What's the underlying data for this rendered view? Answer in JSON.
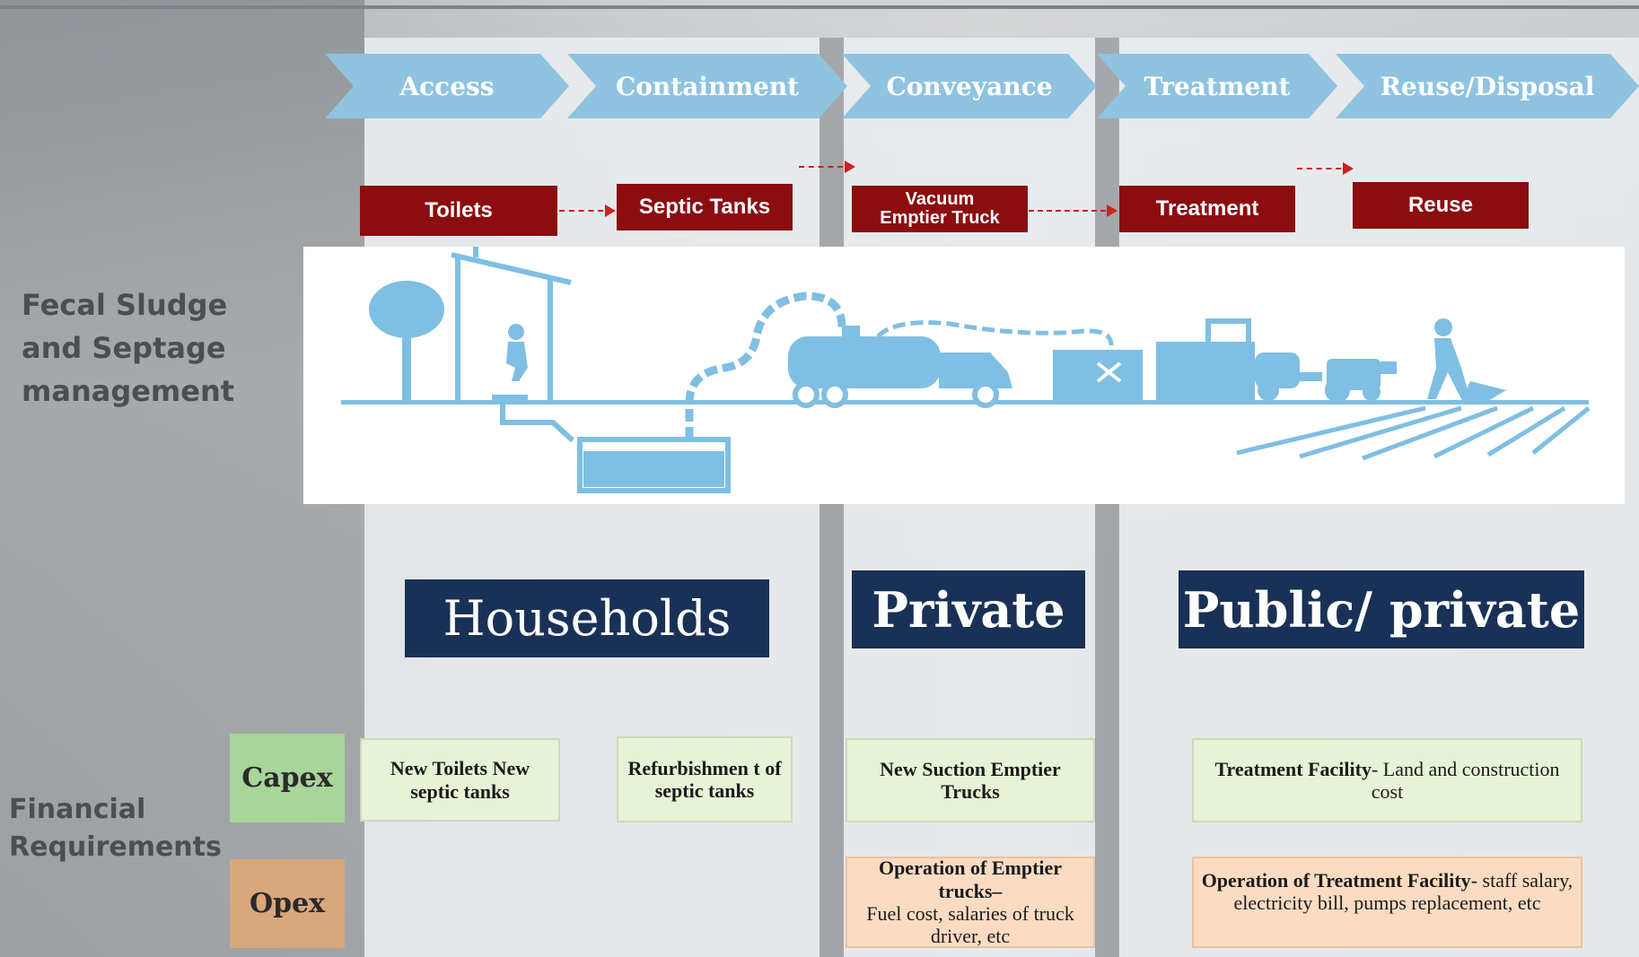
{
  "chain": [
    "Access",
    "Containment",
    "Conveyance",
    "Treatment",
    "Reuse/Disposal"
  ],
  "stages": {
    "toilets": "Toilets",
    "septic": "Septic Tanks",
    "vacuum_line1": "Vacuum",
    "vacuum_line2": "Emptier  Truck",
    "treatment": "Treatment",
    "reuse": "Reuse"
  },
  "side": {
    "fsm_line1": "Fecal Sludge",
    "fsm_line2": "and Septage",
    "fsm_line3": "management",
    "fin_line1": "Financial",
    "fin_line2": "Requirements"
  },
  "owners": {
    "households": "Households",
    "private": "Private",
    "public_private": "Public/ private"
  },
  "tags": {
    "capex": "Capex",
    "opex": "Opex"
  },
  "capex": {
    "toilets": "New Toilets New septic tanks",
    "refurb": "Refurbishmen t of septic tanks",
    "trucks": "New Suction Emptier Trucks",
    "facility_bold": "Treatment Facility",
    "facility_rest": "- Land and construction cost"
  },
  "opex": {
    "trucks_bold": "Operation of Emptier trucks–",
    "trucks_rest": "Fuel cost, salaries of truck driver, etc",
    "facility_bold": "Operation of Treatment Facility",
    "facility_rest": "- staff salary, electricity bill, pumps replacement, etc"
  },
  "colors": {
    "chevron": "#8fc3e0",
    "stage": "#8b0d10",
    "owner": "#1a3157",
    "illustration": "#7fbfe3",
    "arrow": "#d02020"
  }
}
